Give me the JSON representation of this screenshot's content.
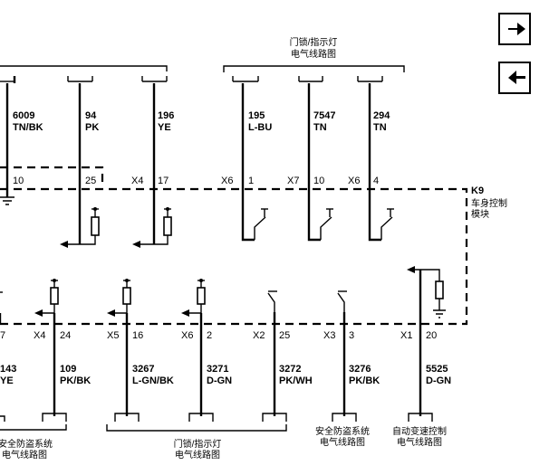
{
  "top_refs": {
    "door_lock_left": "门锁/指示灯",
    "door_lock_right": "电气线路图"
  },
  "bottom_refs": {
    "antitheft_left_1": "安全防盗系统",
    "antitheft_left_2": "电气线路图",
    "door_lock_1": "门锁/指示灯",
    "door_lock_2": "电气线路图",
    "antitheft_right_1": "安全防盗系统",
    "antitheft_right_2": "电气线路图",
    "trans_1": "自动变速控制",
    "trans_2": "电气线路图"
  },
  "module": {
    "id": "K9",
    "name_1": "车身控制",
    "name_2": "模块"
  },
  "top_wires": [
    {
      "circuit": "6009",
      "color": "TN/BK"
    },
    {
      "circuit": "94",
      "color": "PK"
    },
    {
      "circuit": "196",
      "color": "YE"
    },
    {
      "circuit": "195",
      "color": "L-BU"
    },
    {
      "circuit": "7547",
      "color": "TN"
    },
    {
      "circuit": "294",
      "color": "TN"
    }
  ],
  "top_pins": [
    {
      "connector": "",
      "pin": "10"
    },
    {
      "connector": "",
      "pin": "25"
    },
    {
      "connector": "X4",
      "pin": "17"
    },
    {
      "connector": "X6",
      "pin": "1"
    },
    {
      "connector": "X7",
      "pin": "10"
    },
    {
      "connector": "X6",
      "pin": "4"
    }
  ],
  "bottom_pins": [
    {
      "connector": "",
      "pin": "7"
    },
    {
      "connector": "X4",
      "pin": "24"
    },
    {
      "connector": "X5",
      "pin": "16"
    },
    {
      "connector": "X6",
      "pin": "2"
    },
    {
      "connector": "X2",
      "pin": "25"
    },
    {
      "connector": "X3",
      "pin": "3"
    },
    {
      "connector": "X1",
      "pin": "20"
    }
  ],
  "bottom_wires": [
    {
      "circuit": "143",
      "color": "YE"
    },
    {
      "circuit": "109",
      "color": "PK/BK"
    },
    {
      "circuit": "3267",
      "color": "L-GN/BK"
    },
    {
      "circuit": "3271",
      "color": "D-GN"
    },
    {
      "circuit": "3272",
      "color": "PK/WH"
    },
    {
      "circuit": "3276",
      "color": "PK/BK"
    },
    {
      "circuit": "5525",
      "color": "D-GN"
    }
  ],
  "nav": {
    "next_icon": "arrow-right-icon",
    "prev_icon": "arrow-left-icon"
  }
}
